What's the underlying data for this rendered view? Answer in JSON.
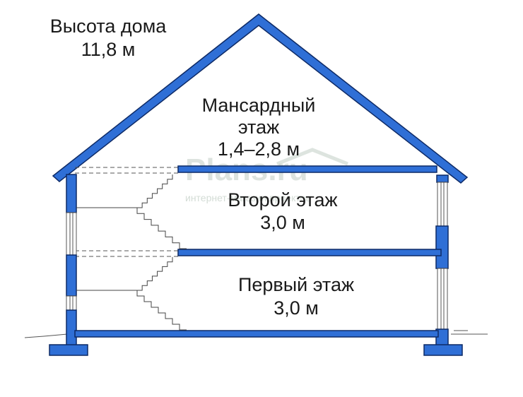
{
  "colors": {
    "structure_fill": "#2f6fd6",
    "structure_stroke": "#0d2a66",
    "watermark": "#9fb2a4"
  },
  "labels": {
    "height_title": "Высота дома",
    "height_value": "11,8 м",
    "attic_line1": "Мансардный",
    "attic_line2": "этаж",
    "attic_value": "1,4–2,8 м",
    "second_floor": "Второй этаж",
    "second_value": "3,0 м",
    "first_floor": "Первый этаж",
    "first_value": "3,0 м"
  },
  "watermark": {
    "brand": "Plans.ru",
    "tagline": "интернет-магазин проектов"
  }
}
